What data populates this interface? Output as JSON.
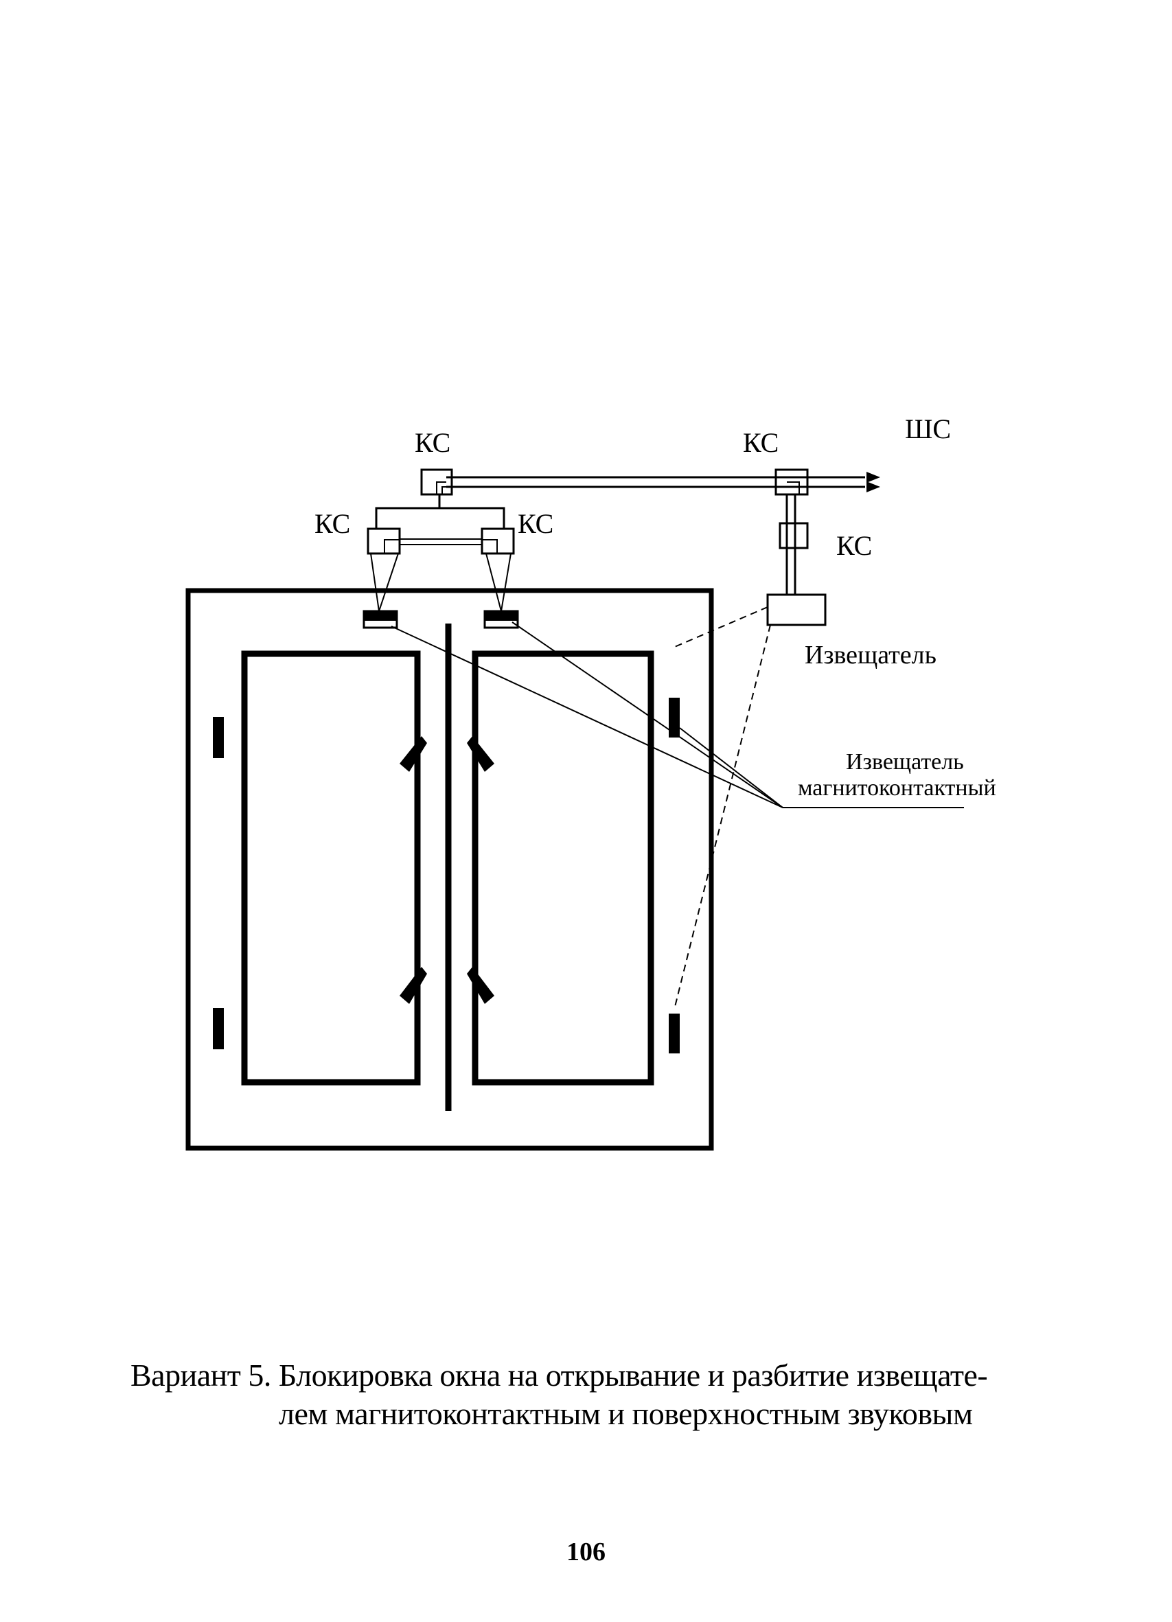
{
  "labels": {
    "ks_top_left": "КС",
    "ks_top_right": "КС",
    "ks_mid_left": "КС",
    "ks_mid_right": "КС",
    "ks_right_vertical": "КС",
    "shs": "ШС",
    "detector": "Извещатель",
    "magnetic_detector_line1": "Извещатель",
    "magnetic_detector_line2": "магнитоконтактный"
  },
  "caption": {
    "line1": "Вариант 5. Блокировка окна на открывание и разбитие извещате-",
    "line2": "лем магнитоконтактным и поверхностным звуковым"
  },
  "page_number": "106",
  "colors": {
    "ink": "#000000",
    "paper": "#ffffff"
  }
}
